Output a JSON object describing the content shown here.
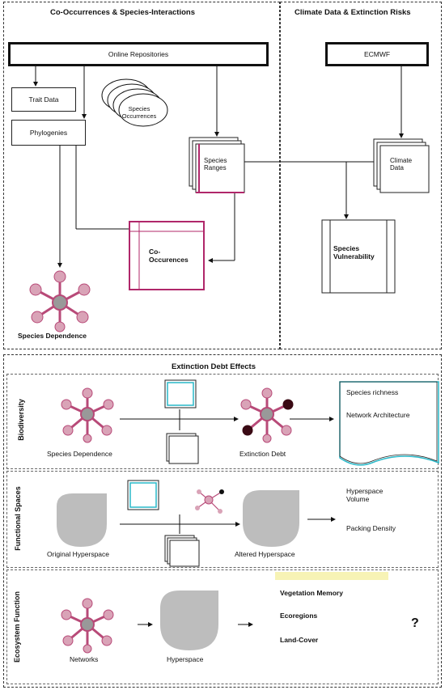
{
  "top_left": {
    "title": "Co-Occurrences & Species-Interactions",
    "online_repositories": "Online Repositories",
    "trait_data": "Trait Data",
    "phylogenies": "Phylogenies",
    "species_occurrences": "Species Occurrences",
    "species_ranges": "Species Ranges",
    "co_occurrences": "Co-Occurences",
    "species_dependence": "Species Dependence"
  },
  "top_right": {
    "title": "Climate Data & Extinction Risks",
    "ecmwf": "ECMWF",
    "climate_data": "Climate Data",
    "species_vulnerability": "Species Vulnerability"
  },
  "bottom": {
    "title": "Extinction Debt Effects",
    "biodiversity": {
      "row_label": "Biodiversity",
      "species_dependence": "Species Dependence",
      "extinction_debt": "Extinction Debt",
      "out1": "Species richness",
      "out2": "Network Architecture"
    },
    "functional": {
      "row_label": "Functional Spaces",
      "original": "Original Hyperspace",
      "altered": "Altered Hyperspace",
      "out1": "Hyperspace Volume",
      "out2": "Packing Density"
    },
    "ecosystem": {
      "row_label": "Ecosystem Function",
      "networks": "Networks",
      "hyperspace": "Hyperspace",
      "out1": "Vegetation Memory",
      "out2": "Ecoregions",
      "out3": "Land-Cover",
      "question": "?"
    }
  },
  "colors": {
    "network_node": "#d9a3b7",
    "network_edge": "#b84a78",
    "magenta_accent": "#b0276a",
    "cyan_accent": "#29b8c8",
    "hyperspace_fill": "#bdbdbd",
    "dark_node": "#3a0a14",
    "highlight": "#f7f3b5"
  }
}
